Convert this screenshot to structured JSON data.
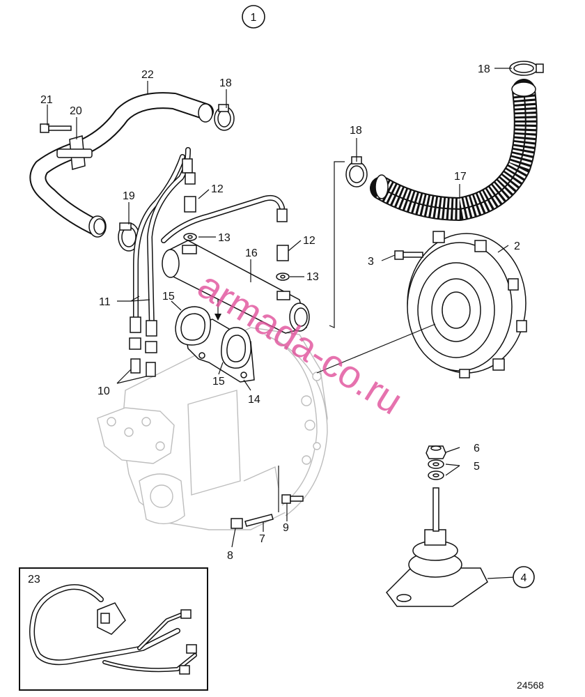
{
  "diagram": {
    "assembly_number": "1",
    "callout_4": "4",
    "inset_label": "23",
    "drawing_number": "24568",
    "watermark": "armada-co.ru",
    "labels": {
      "l2": "2",
      "l3": "3",
      "l5": "5",
      "l6": "6",
      "l7": "7",
      "l8": "8",
      "l9": "9",
      "l10": "10",
      "l11": "11",
      "l12a": "12",
      "l12b": "12",
      "l13a": "13",
      "l13b": "13",
      "l14": "14",
      "l15a": "15",
      "l15b": "15",
      "l16": "16",
      "l17": "17",
      "l18a": "18",
      "l18b": "18",
      "l18c": "18",
      "l19": "19",
      "l20": "20",
      "l21": "21",
      "l22": "22"
    }
  }
}
